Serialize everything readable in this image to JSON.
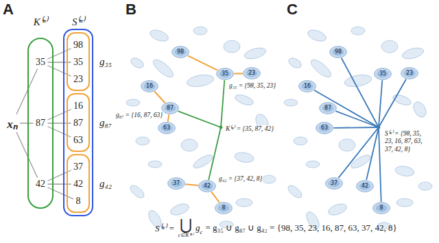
{
  "diagram": {
    "nodes": [
      {
        "text": [
          "K⁽ⁿ⁾"
        ]
      },
      {
        "text": [
          "35"
        ],
        "in": 0
      },
      {
        "text": [
          "87"
        ],
        "in": 0
      },
      {
        "text": [
          "42"
        ],
        "in": 0
      },
      {
        "text": [
          "S⁽ⁿ⁾"
        ]
      },
      {
        "text": [
          "g₃₅"
        ],
        "in": 4
      },
      {
        "text": [
          "98"
        ],
        "in": 5
      },
      {
        "text": [
          "35"
        ],
        "in": 5
      },
      {
        "text": [
          "23"
        ],
        "in": 5
      },
      {
        "text": [
          "g₈₇"
        ],
        "in": 4
      },
      {
        "text": [
          "16"
        ],
        "in": 9
      },
      {
        "text": [
          "87"
        ],
        "in": 9
      },
      {
        "text": [
          "63"
        ],
        "in": 9
      },
      {
        "text": [
          "g₄₂"
        ],
        "in": 4
      },
      {
        "text": [
          "37"
        ],
        "in": 13
      },
      {
        "text": [
          "42"
        ],
        "in": 13
      },
      {
        "text": [
          "8"
        ],
        "in": 13
      },
      {
        "text": [
          "xₙ"
        ]
      },
      {
        "text": [
          "98"
        ]
      },
      {
        "text": [
          "35"
        ]
      },
      {
        "text": [
          "23"
        ]
      },
      {
        "text": [
          "16"
        ]
      },
      {
        "text": [
          "87"
        ]
      },
      {
        "text": [
          "63"
        ]
      },
      {
        "text": [
          "37"
        ]
      },
      {
        "text": [
          "42"
        ]
      },
      {
        "text": [
          "8"
        ]
      },
      {
        "text": [
          "98"
        ]
      },
      {
        "text": [
          "35"
        ]
      },
      {
        "text": [
          "23"
        ]
      },
      {
        "text": [
          "16"
        ]
      },
      {
        "text": [
          "87"
        ]
      },
      {
        "text": [
          "63"
        ]
      },
      {
        "text": [
          "37"
        ]
      },
      {
        "text": [
          "42"
        ]
      },
      {
        "text": [
          "8"
        ]
      }
    ],
    "edges": [
      {
        "from": 17,
        "to": 1,
        "arrow": "none"
      },
      {
        "from": 17,
        "to": 2,
        "arrow": "none"
      },
      {
        "from": 17,
        "to": 3,
        "arrow": "none"
      },
      {
        "from": 1,
        "to": 6,
        "arrow": "none"
      },
      {
        "from": 1,
        "to": 7,
        "arrow": "none"
      },
      {
        "from": 1,
        "to": 8,
        "arrow": "none"
      },
      {
        "from": 2,
        "to": 10,
        "arrow": "none"
      },
      {
        "from": 2,
        "to": 11,
        "arrow": "none"
      },
      {
        "from": 2,
        "to": 12,
        "arrow": "none"
      },
      {
        "from": 3,
        "to": 14,
        "arrow": "none"
      },
      {
        "from": 3,
        "to": 15,
        "arrow": "none"
      },
      {
        "from": 3,
        "to": 16,
        "arrow": "none"
      },
      {
        "from": 19,
        "to": 18,
        "arrow": "none"
      },
      {
        "from": 19,
        "to": 20,
        "arrow": "none"
      },
      {
        "from": 22,
        "to": 21,
        "arrow": "none"
      },
      {
        "from": 22,
        "to": 23,
        "arrow": "none"
      },
      {
        "from": 25,
        "to": 24,
        "arrow": "none"
      },
      {
        "from": 25,
        "to": 26,
        "arrow": "none"
      }
    ],
    "labels": [
      "A",
      "B",
      "C",
      "g₃₅ = {98, 35, 23}",
      "g₈₇ = {16, 87, 63}",
      "g₄₂ = {37, 42, 8}",
      "K⁽ⁿ⁾ = {35, 87, 42}",
      "S⁽ⁿ⁾ = {98, 35, 23, 16, 87, 63, 37, 42, 8}",
      "S⁽ⁿ⁾ =",
      "⋃",
      "c∈K⁽ⁿ⁾",
      "g",
      "c",
      "= g₃₅ ∪ g₈₇ ∪ g₄₂ = {98, 35, 23, 16, 87, 63, 37, 42, 8}"
    ]
  }
}
